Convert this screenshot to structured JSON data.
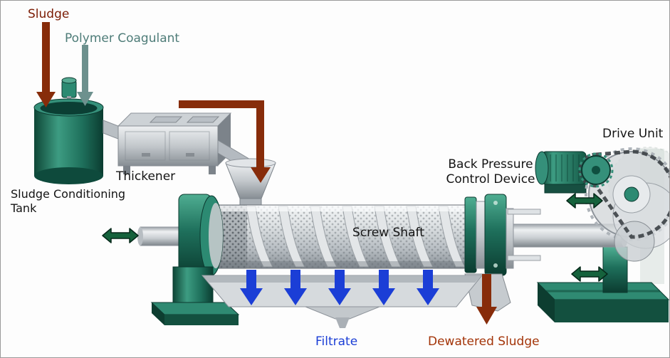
{
  "diagram": {
    "labels": {
      "sludge": "Sludge",
      "polymer_coagulant": "Polymer Coagulant",
      "tank_line1": "Sludge Conditioning",
      "tank_line2": "Tank",
      "thickener": "Thickener",
      "screw_shaft": "Screw Shaft",
      "back_pressure_line1": "Back Pressure",
      "back_pressure_line2": "Control Device",
      "drive_unit": "Drive Unit",
      "filtrate": "Filtrate",
      "dewatered_sludge": "Dewatered Sludge"
    },
    "colors": {
      "sludge_label": "#7b1c04",
      "polymer_label": "#4e7c78",
      "generic_label": "#141414",
      "filtrate_label": "#1b3ed6",
      "dewatered_label": "#a33408",
      "brown_arrow": "#872c0a",
      "teal_arrow": "#6d918e",
      "blue_arrow": "#1b3ed6",
      "green_arrow": "#15623c",
      "machine_teal": "#1e6f5b",
      "metal_gray": "#c3c8cc"
    }
  }
}
